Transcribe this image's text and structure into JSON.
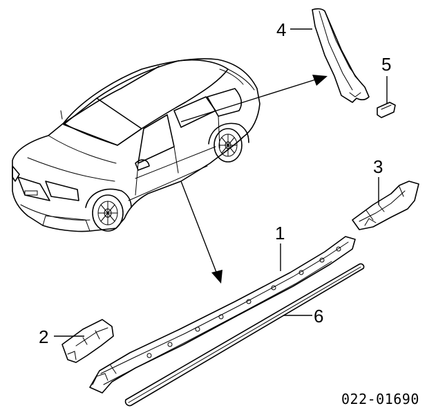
{
  "callouts": {
    "c1": "1",
    "c2": "2",
    "c3": "3",
    "c4": "4",
    "c5": "5",
    "c6": "6"
  },
  "diagram_code": "022-01690"
}
